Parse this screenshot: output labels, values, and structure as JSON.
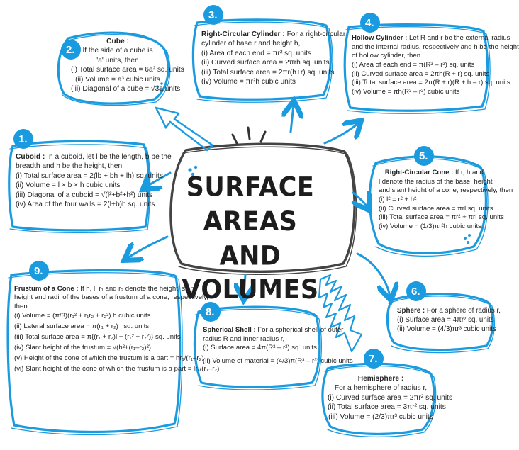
{
  "title": {
    "line1": "SURFACE AREAS",
    "line2": "AND VOLUMES"
  },
  "colors": {
    "accent": "#1a9be0",
    "text": "#222222"
  },
  "cards": {
    "c1": {
      "badge": "1.",
      "heading": "Cuboid :",
      "intro1": " In a cuboid, let l be the length, b be the",
      "intro2": "breadth and h be the height, then",
      "items": [
        "(i) Total surface area = 2(lb + bh + lh) sq. units",
        "(ii) Volume = l × b × h cubic units",
        "(iii) Diagonal of a cuboid = √(l²+b²+h²) units",
        "(iv) Area of the four walls = 2(l+b)h sq. units"
      ]
    },
    "c2": {
      "badge": "2.",
      "heading": "Cube :",
      "intro1": "If the side of a cube is",
      "intro2": "'a' units, then",
      "items": [
        "(i) Total surface area = 6a² sq. units",
        "(ii) Volume = a³ cubic units",
        "(iii) Diagonal of a cube = √3a units"
      ]
    },
    "c3": {
      "badge": "3.",
      "heading": "Right-Circular Cylinder :",
      "intro1": " For a right-circular",
      "intro2": "cylinder of base r and height h,",
      "items": [
        "(i) Area of each end = πr² sq. units",
        "(ii) Curved surface area = 2πrh sq. units",
        "(iii) Total surface area = 2πr(h+r) sq. units",
        "(iv) Volume = πr²h cubic units"
      ]
    },
    "c4": {
      "badge": "4.",
      "heading": "Hollow Cylinder :",
      "intro1": " Let R and r be the external radius",
      "intro2": "and the internal radius, respectively and h be the height",
      "intro3": "of hollow cylinder, then",
      "items": [
        "(i) Area of each end = π(R² – r²) sq. units",
        "(ii) Curved surface area = 2πh(R + r) sq. units",
        "(iii) Total surface area = 2π(R + r)(R + h – r) sq. units",
        "(iv) Volume = πh(R² – r²) cubic units"
      ]
    },
    "c5": {
      "badge": "5.",
      "heading": "Right-Circular Cone :",
      "intro1": " If r, h and",
      "intro2": "l denote the radius of the base, height",
      "intro3": "and slant height of a cone, respectively, then",
      "items": [
        "(i) l² = r² + h²",
        "(ii) Curved surface area = πrl sq. units",
        "(iii) Total surface area = πr² + πrl sq. units",
        "(iv) Volume = (1/3)πr²h cubic units"
      ]
    },
    "c6": {
      "badge": "6.",
      "heading": "Sphere :",
      "intro1": " For a sphere of radius r,",
      "items": [
        "(i) Surface area = 4πr² sq. units",
        "(ii) Volume = (4/3)πr³ cubic units"
      ]
    },
    "c7": {
      "badge": "7.",
      "heading": "Hemisphere :",
      "intro1": "For a hemisphere of radius r,",
      "items": [
        "(i) Curved surface area = 2πr² sq. units",
        "(ii) Total surface area = 3πr² sq. units",
        "(iii) Volume = (2/3)πr³ cubic units"
      ]
    },
    "c8": {
      "badge": "8.",
      "heading": "Spherical Shell :",
      "intro1": " For a spherical shell of outer",
      "intro2": "radius R and inner radius r,",
      "items": [
        "(i) Surface area = 4π(R² – r²) sq. units",
        "(ii) Volume of material = (4/3)π(R³ – r³) cubic units"
      ]
    },
    "c9": {
      "badge": "9.",
      "heading": "Frustum of a Cone :",
      "intro1": " If h, l, r₁ and r₂ denote the height, slant",
      "intro2": "height and radii of the bases of a frustum of a cone, respectively,",
      "intro3": "then",
      "items": [
        "(i) Volume = (π/3)(r₁² + r₁r₂ + r₂²) h cubic units",
        "(ii) Lateral surface area = π(r₁ + r₂) l sq. units",
        "(iii) Total surface area = π{(r₁ + r₂)l + (r₁² + r₂²)} sq. units",
        "(iv) Slant height of the frustum = √(h²+(r₁–r₂)²)",
        "(v) Height of the cone of which the frustum is a part = hr₁/(r₁–r₂)",
        "(vi) Slant height of the cone of which the frustum is a part = lr₁/(r₁–r₂)"
      ]
    }
  }
}
